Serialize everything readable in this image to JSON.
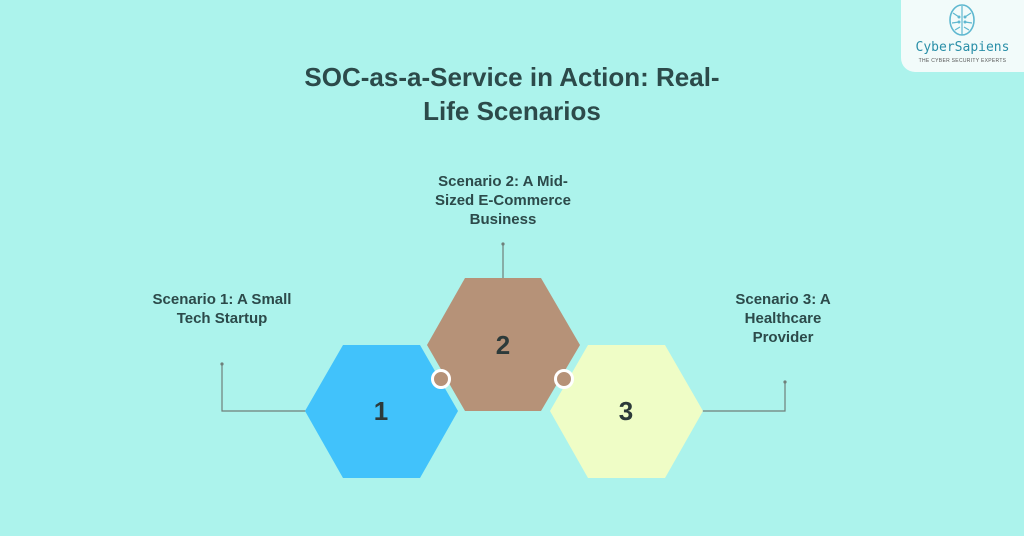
{
  "logo": {
    "name": "CyberSapiens",
    "tagline": "THE CYBER SECURITY EXPERTS",
    "icon": "brain-circuit-icon"
  },
  "title": {
    "line1": "SOC-as-a-Service in Action: Real-",
    "line2": "Life Scenarios"
  },
  "scenarios": [
    {
      "number": "1",
      "label_lines": [
        "Scenario 1: A Small",
        "Tech Startup"
      ],
      "color": "#41c2fb"
    },
    {
      "number": "2",
      "label_lines": [
        "Scenario 2: A Mid-",
        "Sized E-Commerce",
        "Business"
      ],
      "color": "#b69278"
    },
    {
      "number": "3",
      "label_lines": [
        "Scenario 3: A",
        "Healthcare",
        "Provider"
      ],
      "color": "#effdc6"
    }
  ],
  "colors": {
    "background": "#acf3ec",
    "text": "#2c4a4a",
    "connector": "#6f7f7a",
    "node_ring": "#ffffff",
    "node_fill": "#b69278"
  }
}
